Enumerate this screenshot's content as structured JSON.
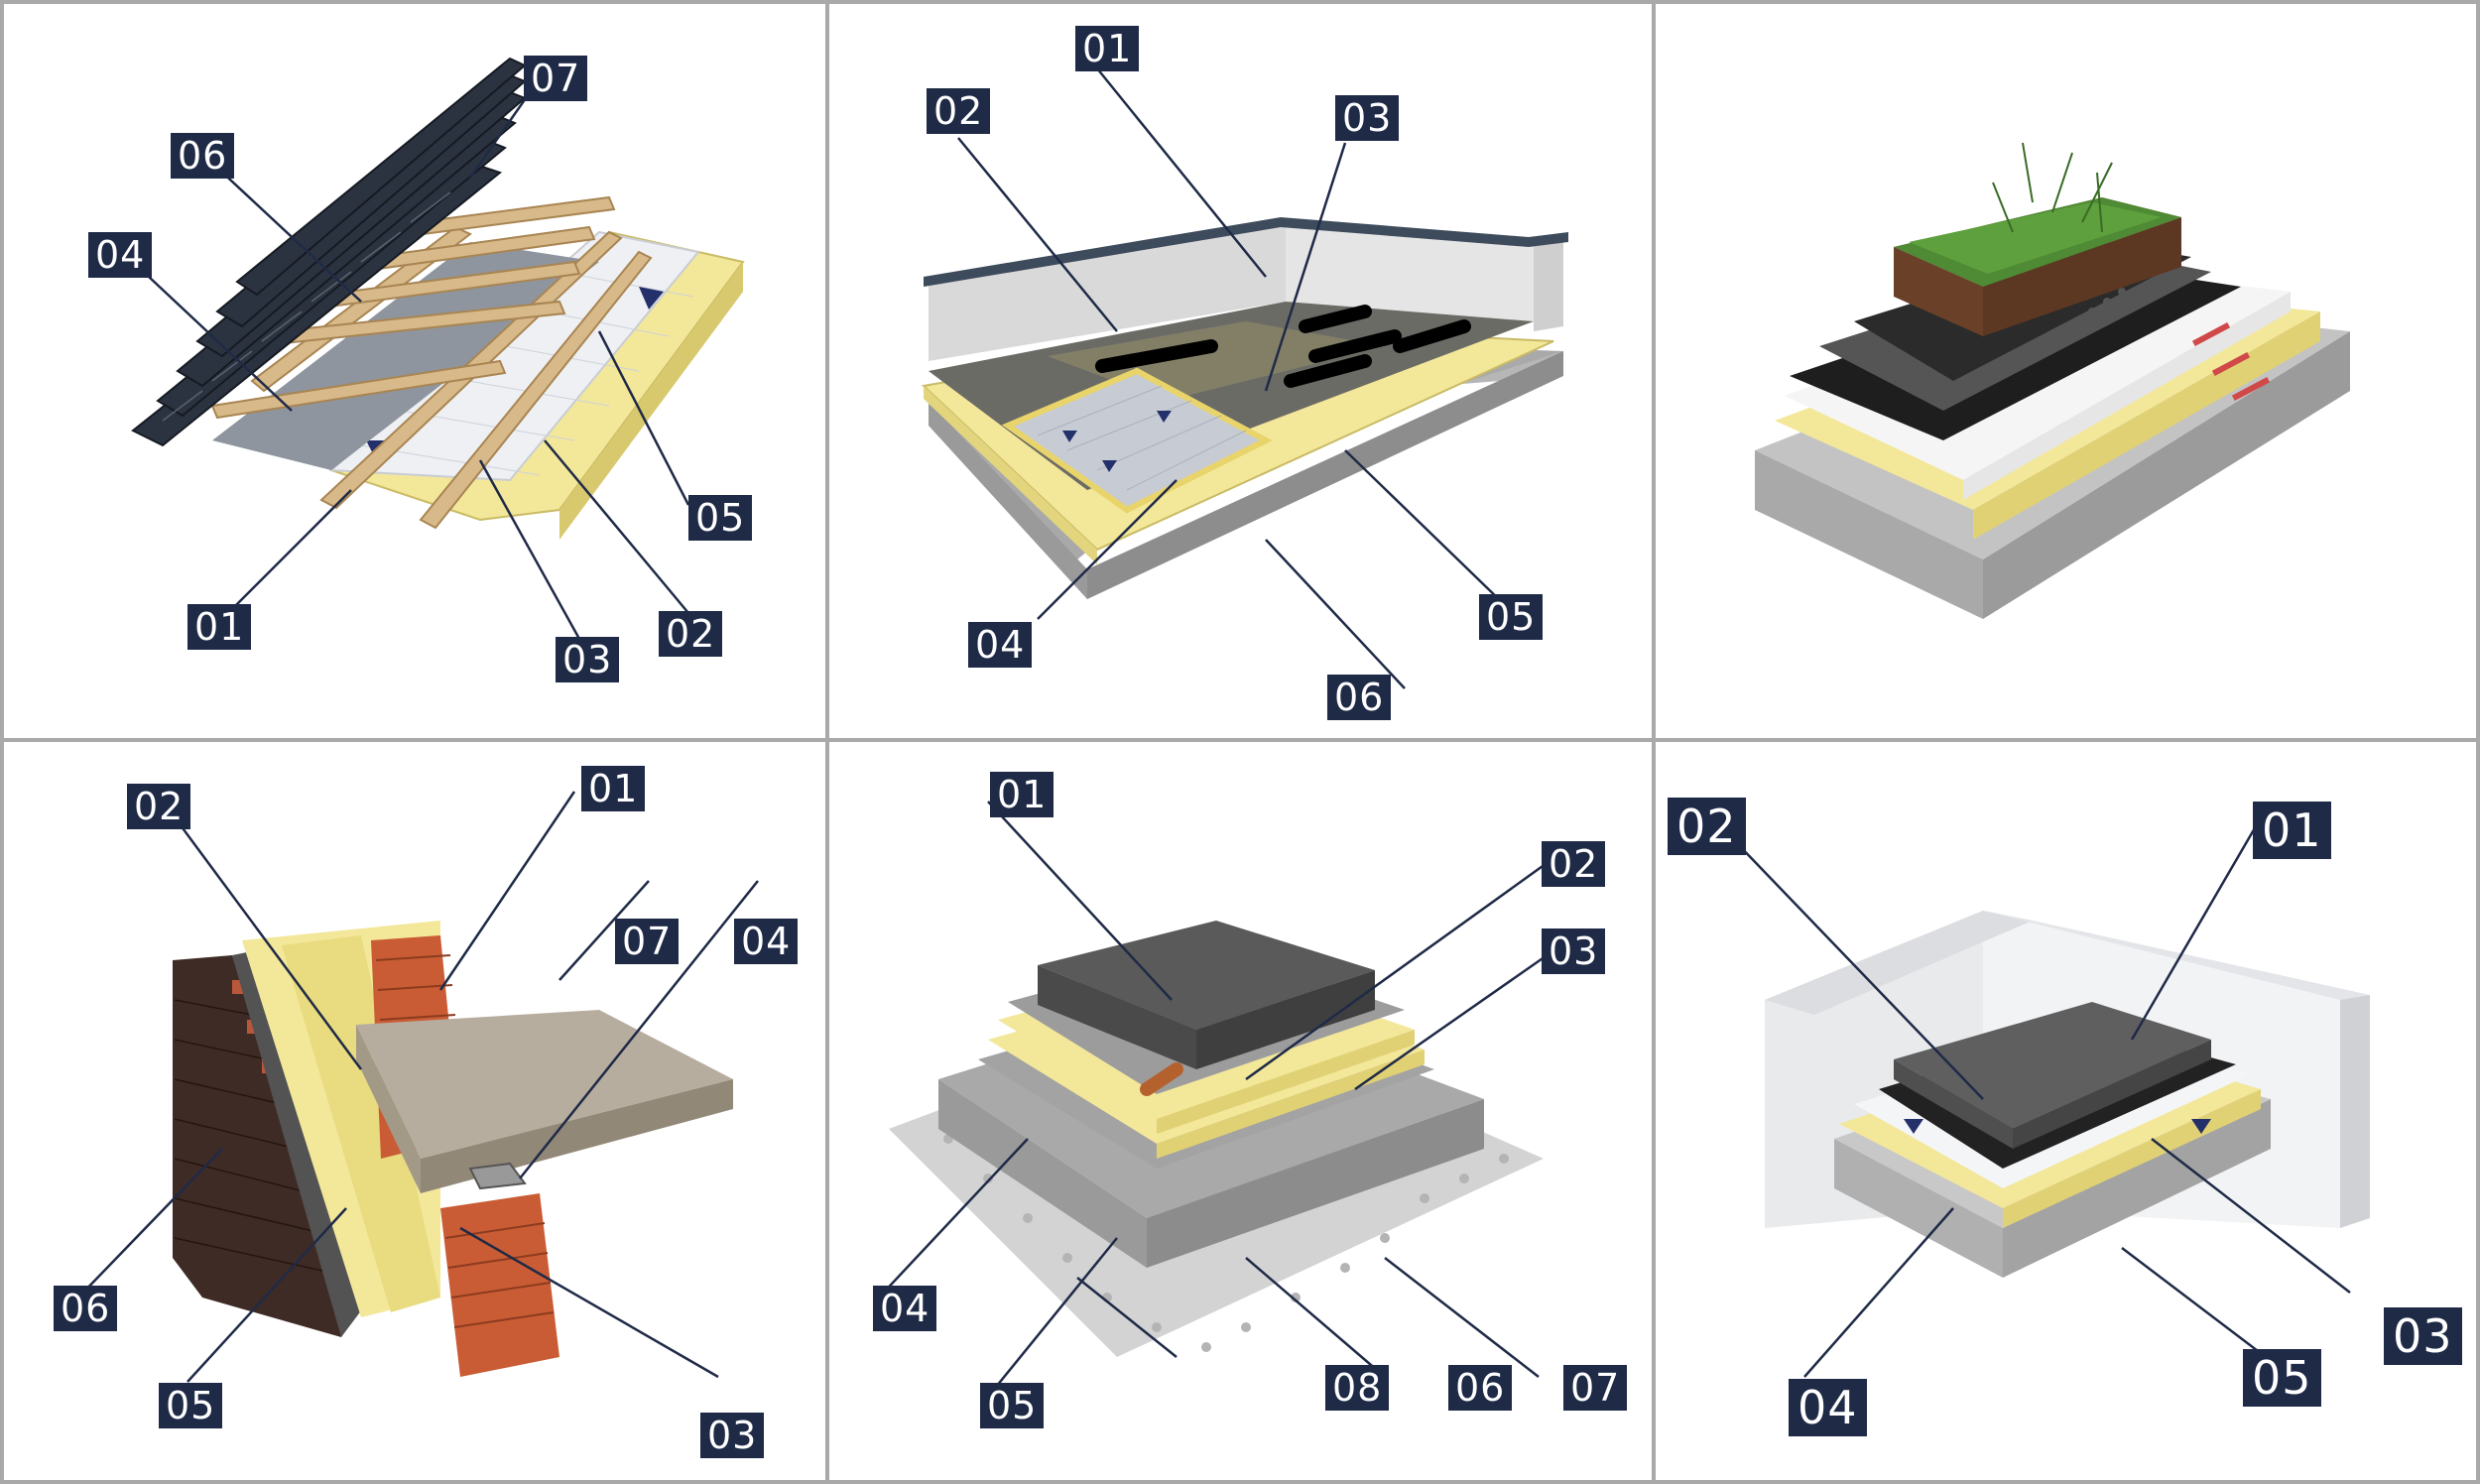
{
  "colors": {
    "tag_bg": "#1f2a47",
    "tag_text": "#ffffff",
    "insulation": "#f3e79a",
    "concrete": "#a7a7a7",
    "roof_tile": "#2c3340",
    "timber": "#d8b98a",
    "brick": "#b8583a",
    "grass": "#4f8a34",
    "border": "#a9a9a9"
  },
  "panels": [
    {
      "id": "pitched-roof",
      "tags": [
        "01",
        "02",
        "03",
        "04",
        "05",
        "06",
        "07"
      ]
    },
    {
      "id": "flat-roof",
      "tags": [
        "01",
        "02",
        "03",
        "04",
        "05",
        "06"
      ]
    },
    {
      "id": "green-roof",
      "tags": []
    },
    {
      "id": "cavity-wall",
      "tags": [
        "01",
        "02",
        "03",
        "04",
        "05",
        "06",
        "07"
      ]
    },
    {
      "id": "ground-floor",
      "tags": [
        "01",
        "02",
        "03",
        "04",
        "05",
        "06",
        "07",
        "08"
      ]
    },
    {
      "id": "floor-slab",
      "tags": [
        "01",
        "02",
        "03",
        "04",
        "05"
      ]
    }
  ]
}
